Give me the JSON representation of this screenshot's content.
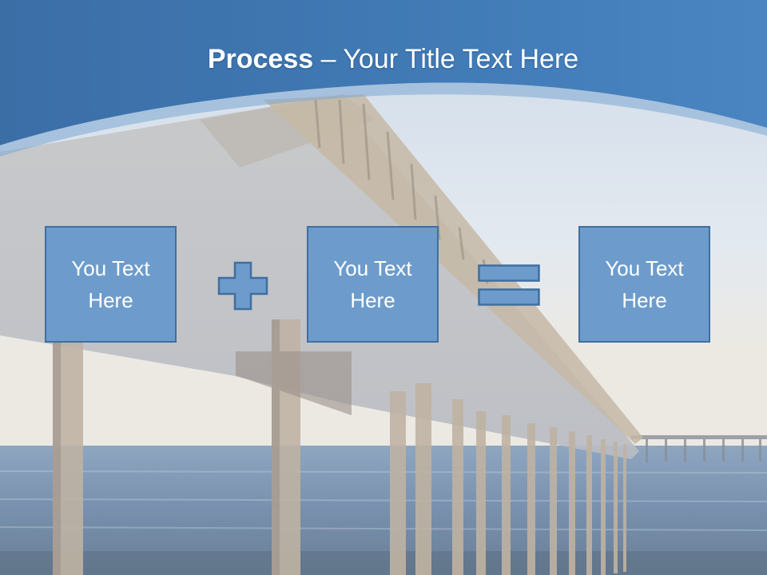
{
  "slide": {
    "title_bold": "Process",
    "title_separator": " – ",
    "title_rest": "Your Title Text Here",
    "boxes": [
      {
        "text": "You Text Here"
      },
      {
        "text": "You Text Here"
      },
      {
        "text": "You Text Here"
      }
    ],
    "operators": [
      "plus-icon",
      "equals-icon"
    ]
  },
  "colors": {
    "header_blue": "#3d73ab",
    "box_fill": "#6d9ccc",
    "box_border": "#3f6f9f",
    "sky": "#dfe8f2",
    "sea": "#6f8fb2",
    "pier": "#b6aca0"
  }
}
